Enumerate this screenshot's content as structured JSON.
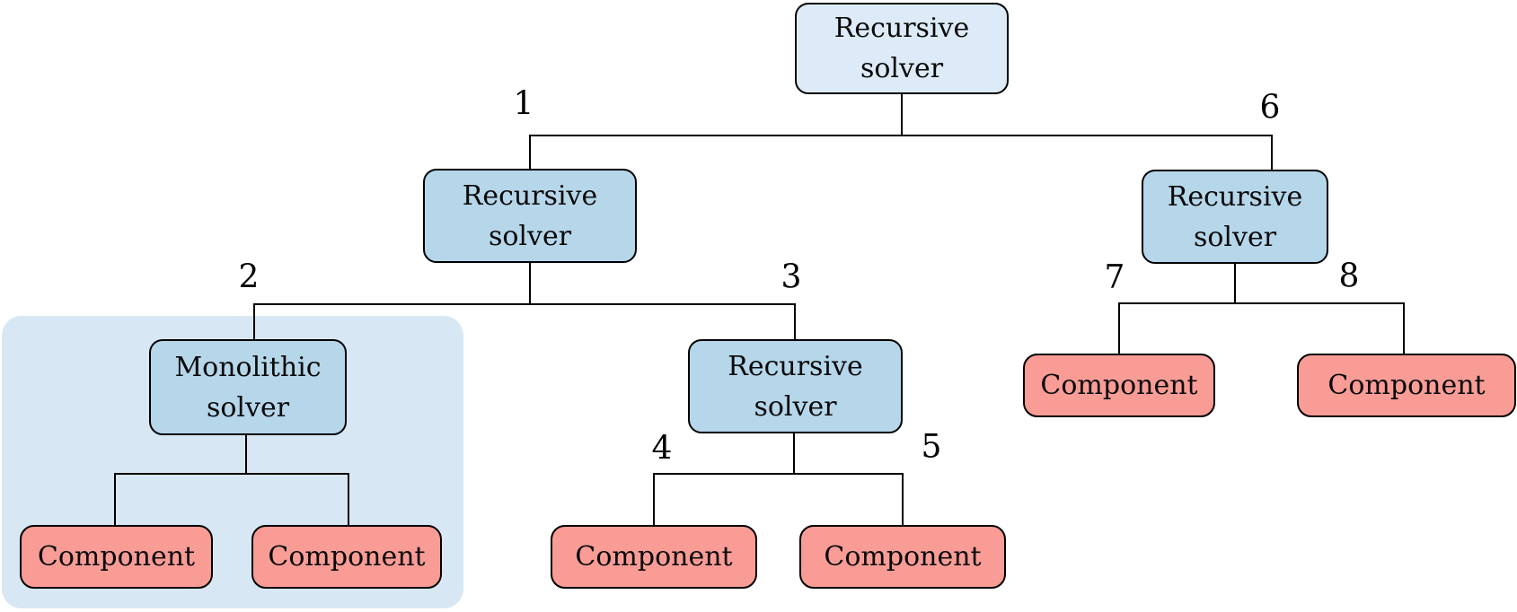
{
  "diagram": {
    "type": "tree",
    "nodes": {
      "root": {
        "label": "Recursive\nsolver"
      },
      "left_solver": {
        "label": "Recursive\nsolver"
      },
      "right_solver": {
        "label": "Recursive\nsolver"
      },
      "monolithic_solver": {
        "label": "Monolithic\nsolver"
      },
      "middle_solver": {
        "label": "Recursive\nsolver"
      },
      "component_left_1": {
        "label": "Component"
      },
      "component_left_2": {
        "label": "Component"
      },
      "component_mid_1": {
        "label": "Component"
      },
      "component_mid_2": {
        "label": "Component"
      },
      "component_right_1": {
        "label": "Component"
      },
      "component_right_2": {
        "label": "Component"
      }
    },
    "edge_labels": {
      "e1": "1",
      "e2": "2",
      "e3": "3",
      "e4": "4",
      "e5": "5",
      "e6": "6",
      "e7": "7",
      "e8": "8"
    },
    "colors": {
      "root_fill": "#dcebf7",
      "solver_fill": "#b6d6ea",
      "component_fill": "#f99c96",
      "highlight_fill": "#d8e7f4",
      "connector": "#000000",
      "border": "#000000"
    }
  }
}
